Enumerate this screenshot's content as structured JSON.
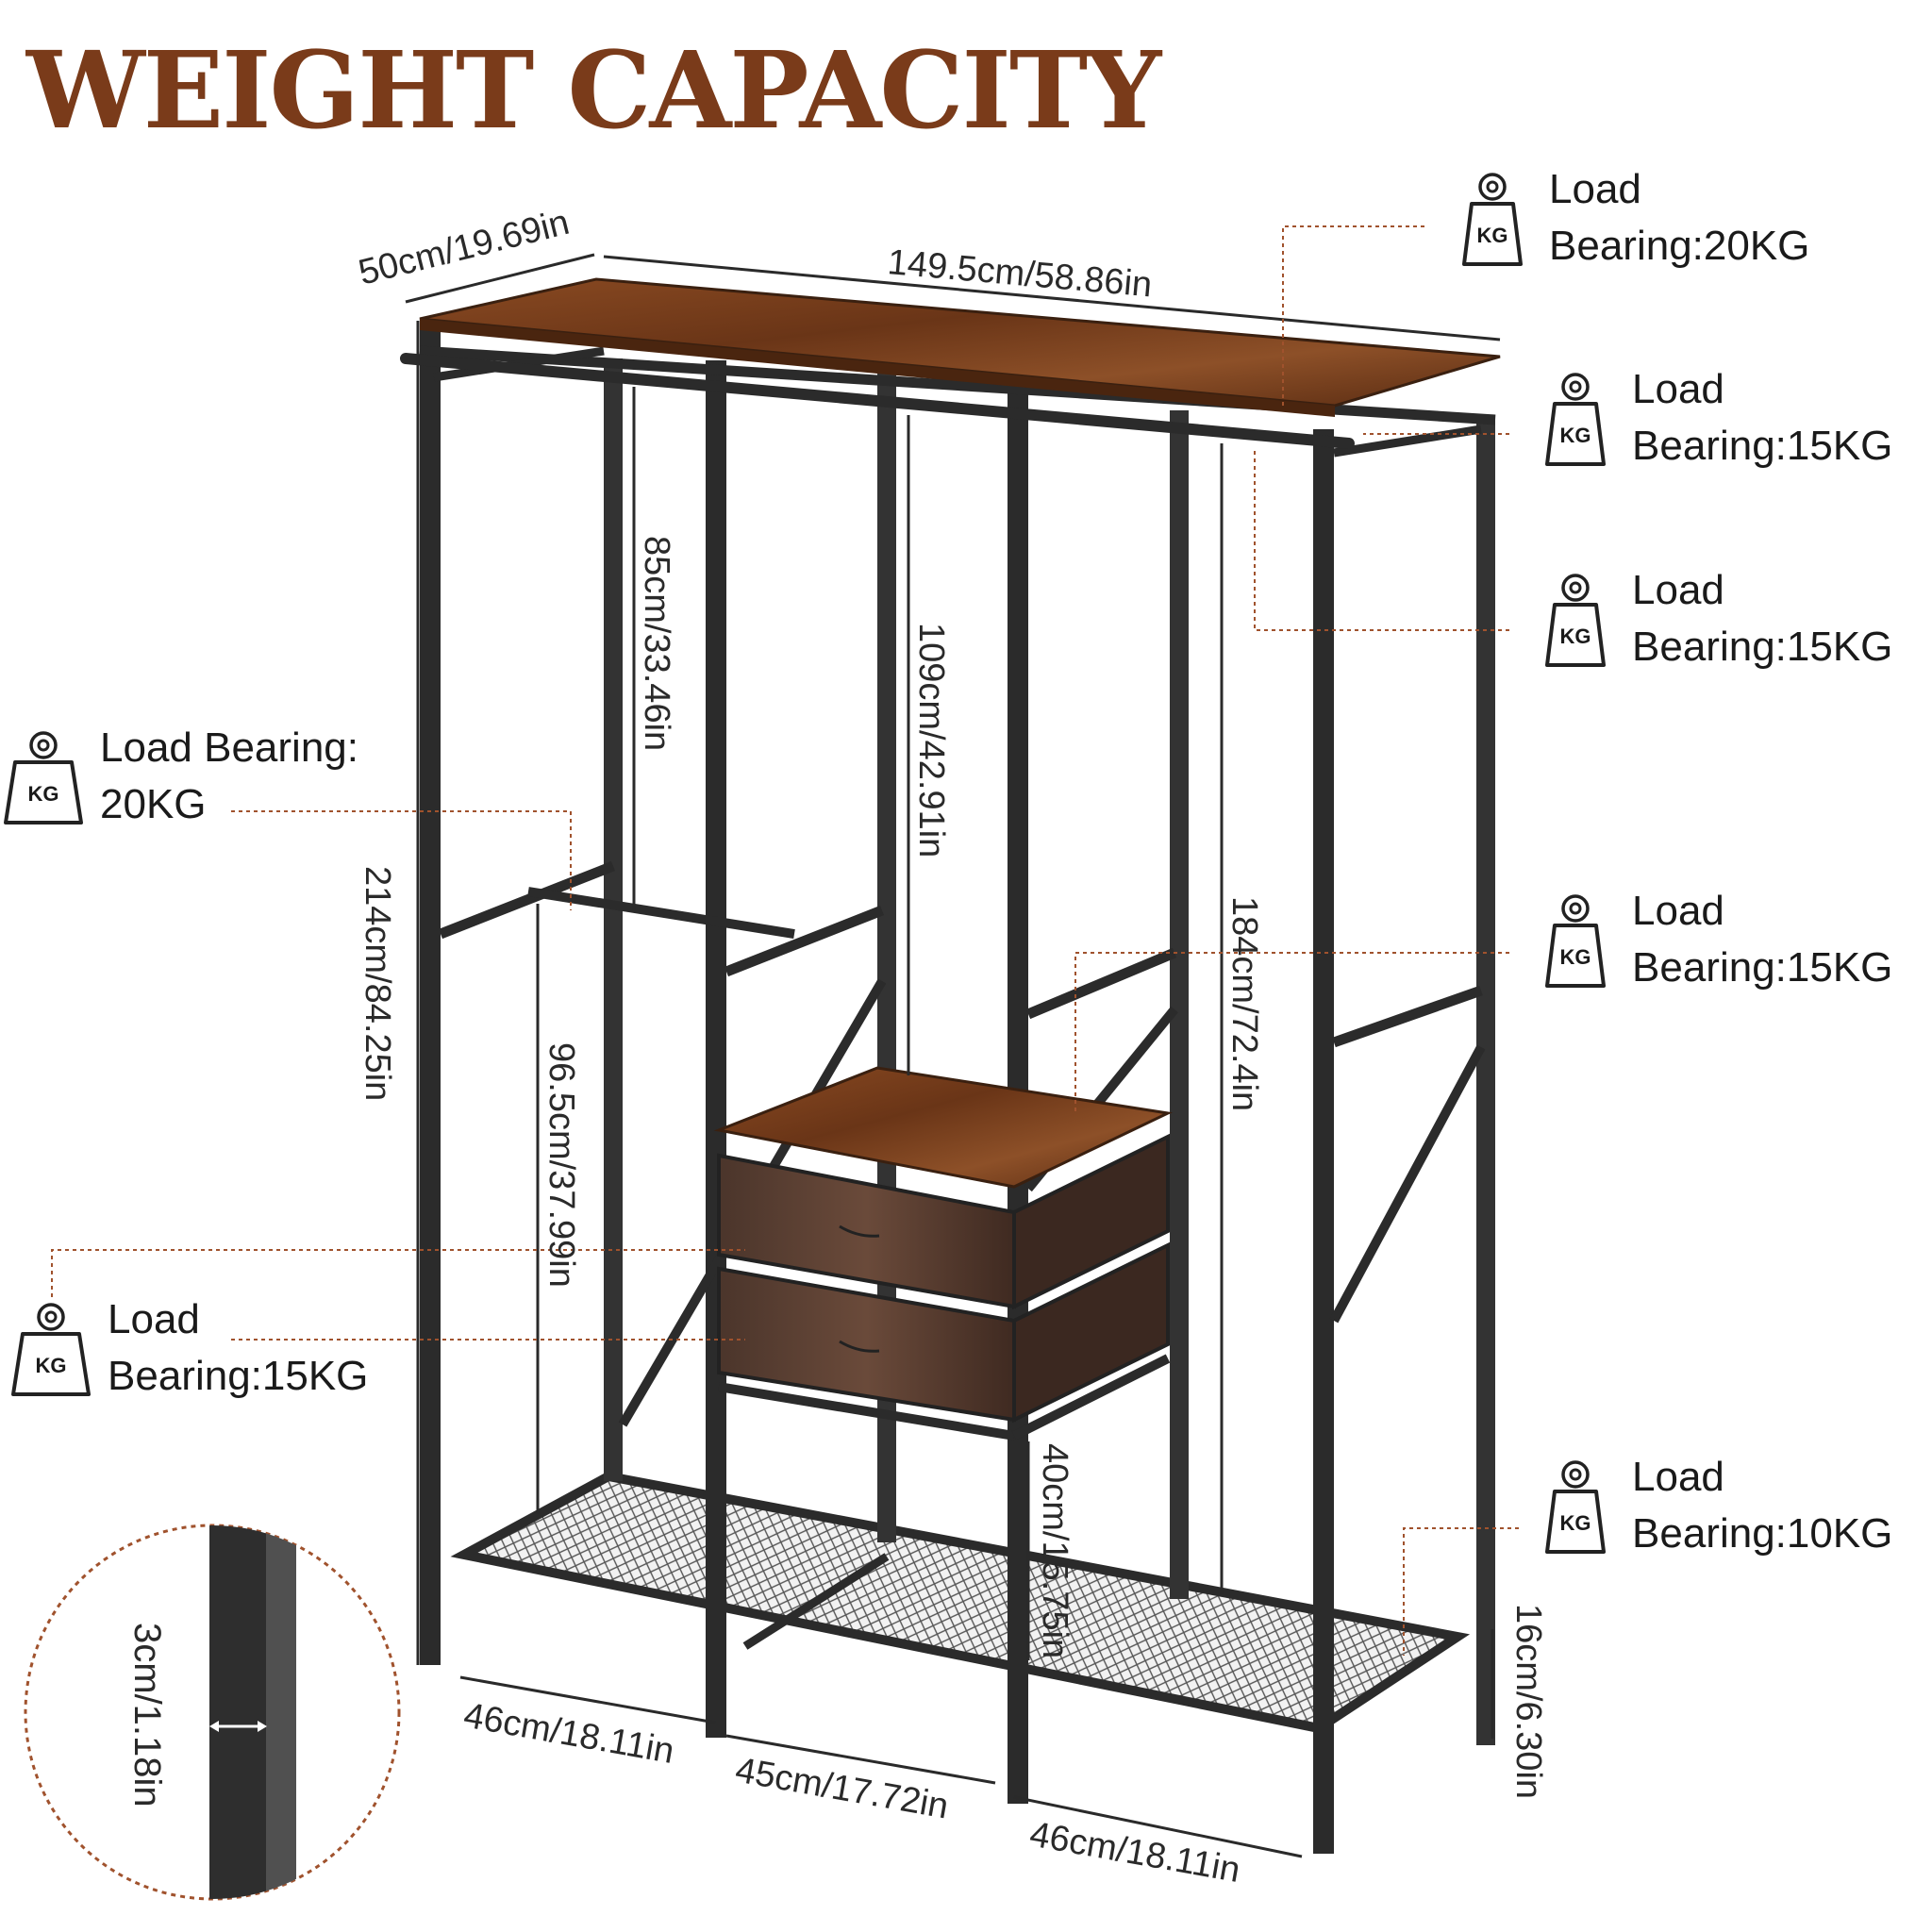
{
  "title": "WEIGHT CAPACITY",
  "colors": {
    "title": "#7a3b1a",
    "wood": "#7b3f1d",
    "drawer": "#4a3228",
    "frame": "#2b2b2b",
    "leader": "#a0522d"
  },
  "weight_icon_text": "KG",
  "callouts": {
    "top_shelf": [
      "Load",
      "Bearing:20KG"
    ],
    "top_rod": [
      "Load",
      "Bearing:15KG"
    ],
    "right_rod": [
      "Load",
      "Bearing:15KG"
    ],
    "mid_shelf": [
      "Load",
      "Bearing:15KG"
    ],
    "bottom_shelf": [
      "Load",
      "Bearing:10KG"
    ],
    "left_rod": [
      "Load Bearing:",
      "20KG"
    ],
    "drawers": [
      "Load",
      "Bearing:15KG"
    ]
  },
  "dimensions": {
    "depth": "50cm/19.69in",
    "width": "149.5cm/58.86in",
    "height": "214cm/84.25in",
    "upper_left": "85cm/33.46in",
    "center_upper": "109cm/42.91in",
    "right_section": "184cm/72.4in",
    "lower_left": "96.5cm/37.99in",
    "under_drawer": "40cm/15.75in",
    "foot_height": "16cm/6.30in",
    "bottom_left": "46cm/18.11in",
    "bottom_mid": "45cm/17.72in",
    "bottom_right": "46cm/18.11in",
    "tube": "3cm/1.18in"
  }
}
